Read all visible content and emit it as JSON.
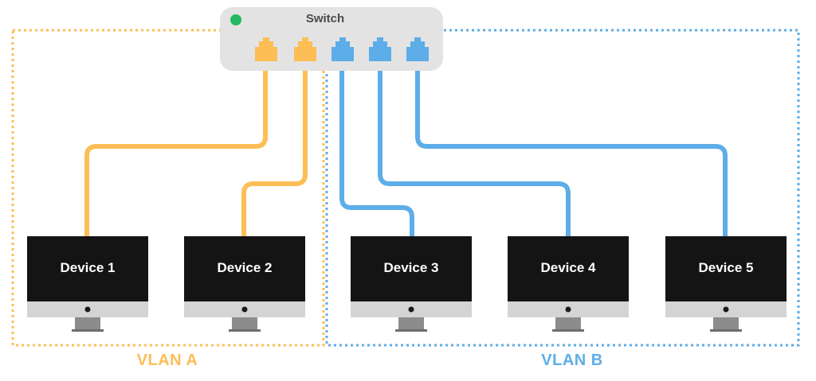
{
  "colors": {
    "vlan_a": "#FDBE56",
    "vlan_b": "#5DADE8",
    "switch_body": "#E3E3E3",
    "status_led": "#22B860",
    "screen": "#141414",
    "bezel": "#D4D4D4",
    "stand": "#8C8C8C"
  },
  "switch": {
    "label": "Switch",
    "status_icon": "status-led-icon"
  },
  "vlans": [
    {
      "label": "VLAN A"
    },
    {
      "label": "VLAN B"
    }
  ],
  "devices": [
    {
      "label": "Device 1",
      "vlan": "A"
    },
    {
      "label": "Device 2",
      "vlan": "A"
    },
    {
      "label": "Device 3",
      "vlan": "B"
    },
    {
      "label": "Device 4",
      "vlan": "B"
    },
    {
      "label": "Device 5",
      "vlan": "B"
    }
  ]
}
